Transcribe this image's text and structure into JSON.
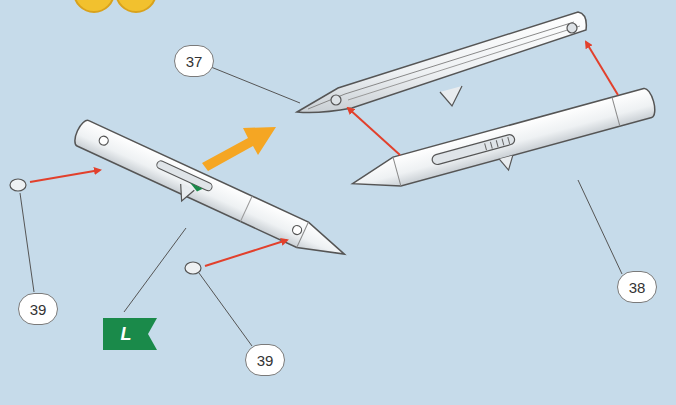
{
  "diagram": {
    "labels": [
      "37",
      "38",
      "39",
      "39",
      "L"
    ]
  }
}
